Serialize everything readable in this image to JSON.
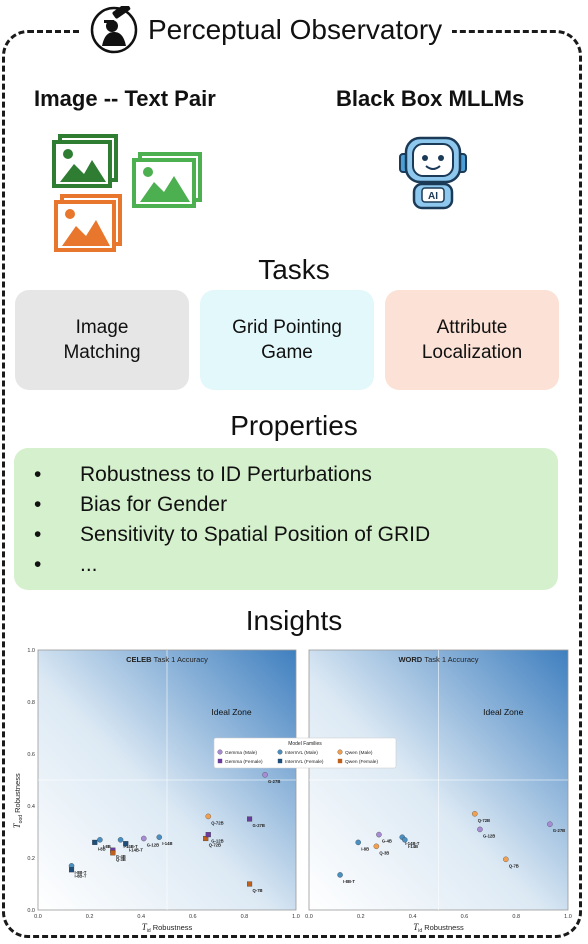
{
  "header": {
    "title": "Perceptual Observatory",
    "logo_icon": "observer-telescope-icon"
  },
  "inputs": {
    "left_label": "Image -- Text Pair",
    "right_label": "Black Box MLLMs",
    "robot_badge": "AI",
    "image_icon_colors": [
      "#2e7d32",
      "#4caf50",
      "#e8762c"
    ]
  },
  "tasks": {
    "heading": "Tasks",
    "items": [
      {
        "line1": "Image",
        "line2": "Matching",
        "color": "#e6e6e6"
      },
      {
        "line1": "Grid Pointing",
        "line2": "Game",
        "color": "#e3f8fb"
      },
      {
        "line1": "Attribute",
        "line2": "Localization",
        "color": "#fbe1d6"
      }
    ]
  },
  "properties": {
    "heading": "Properties",
    "bullet": "•",
    "items": [
      "Robustness to ID Perturbations",
      "Bias for Gender",
      "Sensitivity to Spatial Position of GRID",
      "..."
    ]
  },
  "insights": {
    "heading": "Insights"
  },
  "chart_data": [
    {
      "type": "scatter",
      "title_bold": "CELEB",
      "title_rest": "Task 1 Accuracy",
      "xlabel": "Robustness",
      "ylabel": "Robustness",
      "xlim": [
        0.0,
        1.0
      ],
      "ylim": [
        0.0,
        1.0
      ],
      "x_ticks": [
        "0.0",
        "0.2",
        "0.4",
        "0.6",
        "0.8",
        "1.0"
      ],
      "y_ticks": [
        "0.0",
        "0.2",
        "0.4",
        "0.6",
        "0.8",
        "1.0"
      ],
      "zone_label": "Ideal Zone",
      "points": [
        {
          "label": "I-8B-T",
          "series": "InternVL (Male)",
          "x": 0.13,
          "y": 0.17
        },
        {
          "label": "I-8B-T",
          "series": "InternVL (Female)",
          "x": 0.13,
          "y": 0.155
        },
        {
          "label": "I-8B",
          "series": "InternVL (Male)",
          "x": 0.24,
          "y": 0.27
        },
        {
          "label": "I-8B",
          "series": "InternVL (Female)",
          "x": 0.22,
          "y": 0.26
        },
        {
          "label": "G-4B",
          "series": "Gemma (Female)",
          "x": 0.29,
          "y": 0.23
        },
        {
          "label": "Q-3B",
          "series": "Qwen (Female)",
          "x": 0.29,
          "y": 0.22
        },
        {
          "label": "I-14B-T",
          "series": "InternVL (Male)",
          "x": 0.32,
          "y": 0.27
        },
        {
          "label": "I-14B-T",
          "series": "InternVL (Female)",
          "x": 0.34,
          "y": 0.255
        },
        {
          "label": "G-12B",
          "series": "Gemma (Male)",
          "x": 0.41,
          "y": 0.275
        },
        {
          "label": "I-14B",
          "series": "InternVL (Male)",
          "x": 0.47,
          "y": 0.28
        },
        {
          "label": "Q-72B",
          "series": "Qwen (Male)",
          "x": 0.66,
          "y": 0.36
        },
        {
          "label": "Q-72B",
          "series": "Qwen (Female)",
          "x": 0.65,
          "y": 0.275
        },
        {
          "label": "G-12B",
          "series": "Gemma (Female)",
          "x": 0.66,
          "y": 0.29
        },
        {
          "label": "G-27B",
          "series": "Gemma (Male)",
          "x": 0.88,
          "y": 0.52
        },
        {
          "label": "G-27B",
          "series": "Gemma (Female)",
          "x": 0.82,
          "y": 0.35
        },
        {
          "label": "Q-7B",
          "series": "Qwen (Female)",
          "x": 0.82,
          "y": 0.1
        }
      ]
    },
    {
      "type": "scatter",
      "title_bold": "WORD",
      "title_rest": "Task 1 Accuracy",
      "xlabel": "Robustness",
      "xlim": [
        0.0,
        1.0
      ],
      "ylim": [
        0.0,
        1.0
      ],
      "x_ticks": [
        "0.0",
        "0.2",
        "0.4",
        "0.6",
        "0.8",
        "1.0"
      ],
      "zone_label": "Ideal Zone",
      "points": [
        {
          "label": "I-8B-T",
          "series": "InternVL (Male)",
          "x": 0.12,
          "y": 0.135
        },
        {
          "label": "I-8B",
          "series": "InternVL (Male)",
          "x": 0.19,
          "y": 0.26
        },
        {
          "label": "G-4B",
          "series": "Gemma (Male)",
          "x": 0.27,
          "y": 0.29
        },
        {
          "label": "Q-3B",
          "series": "Qwen (Male)",
          "x": 0.26,
          "y": 0.245
        },
        {
          "label": "I-14B-T",
          "series": "InternVL (Male)",
          "x": 0.36,
          "y": 0.28
        },
        {
          "label": "I-14B",
          "series": "InternVL (Male)",
          "x": 0.37,
          "y": 0.27
        },
        {
          "label": "Q-72B",
          "series": "Qwen (Male)",
          "x": 0.64,
          "y": 0.37
        },
        {
          "label": "G-12B",
          "series": "Gemma (Male)",
          "x": 0.66,
          "y": 0.31
        },
        {
          "label": "Q-7B",
          "series": "Qwen (Male)",
          "x": 0.76,
          "y": 0.195
        },
        {
          "label": "G-27B",
          "series": "Gemma (Male)",
          "x": 0.93,
          "y": 0.33
        }
      ]
    }
  ],
  "legend": {
    "title": "Model Families",
    "entries": [
      {
        "name": "Gemma (Male)",
        "color": "#a78bd4",
        "shape": "circle"
      },
      {
        "name": "InternVL (Male)",
        "color": "#4a8fc0",
        "shape": "circle"
      },
      {
        "name": "Qwen (Male)",
        "color": "#f0a050",
        "shape": "circle"
      },
      {
        "name": "Gemma (Female)",
        "color": "#6a3d9a",
        "shape": "square"
      },
      {
        "name": "InternVL (Female)",
        "color": "#1f4e79",
        "shape": "square"
      },
      {
        "name": "Qwen (Female)",
        "color": "#c0601a",
        "shape": "square"
      }
    ]
  }
}
